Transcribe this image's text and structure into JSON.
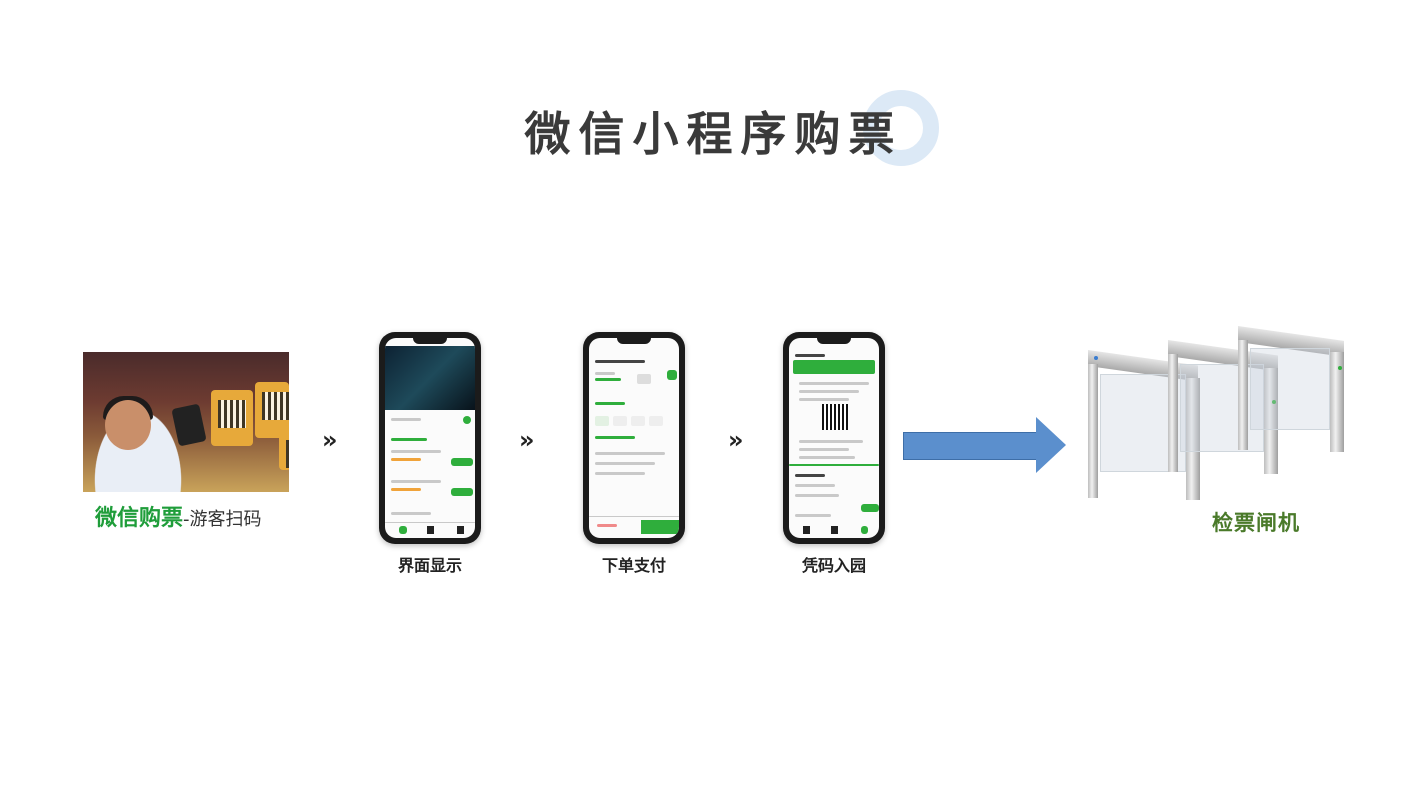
{
  "title": "微信小程序购票",
  "step1": {
    "caption_main": "微信购票",
    "caption_sub": "-游客扫码"
  },
  "chevrons": [
    "»",
    "»",
    "»"
  ],
  "phones": [
    {
      "label": "界面显示"
    },
    {
      "label": "下单支付"
    },
    {
      "label": "凭码入园"
    }
  ],
  "gate": {
    "label": "检票闸机"
  },
  "colors": {
    "title": "#3a3a3a",
    "accent_green": "#1f9d3a",
    "gate_label": "#4a7a2a",
    "arrow": "#5b8fcd",
    "ring": "#dce9f6"
  }
}
